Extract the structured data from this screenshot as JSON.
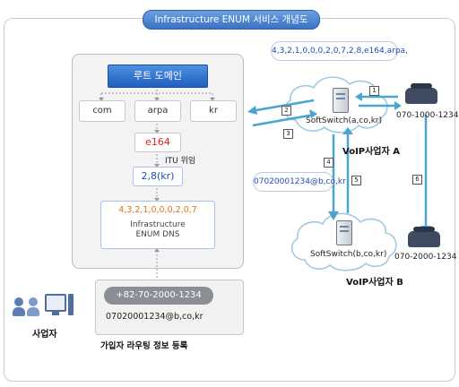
{
  "title": "Infrastructure ENUM 서비스 개념도",
  "dns": {
    "root": "루트 도메인",
    "tlds": [
      "com",
      "arpa",
      "kr"
    ],
    "e164": "e164",
    "itu": "ITU 위임",
    "kr_node": "2,8(kr)",
    "infra_domain": "4,3,2,1,0,0,0,2,0,7",
    "infra_label": "Infrastructure ENUM DNS"
  },
  "query_domain": "4,3,2,1,0,0,0,2,0,7,2,8,e164,arpa,",
  "uri_result": "07020001234@b,co,kr",
  "voip_a": {
    "name": "VoIP사업자 A",
    "softswitch": "SoftSwitch(a,co,kr)",
    "phone": "070-1000-1234"
  },
  "voip_b": {
    "name": "VoIP사업자 B",
    "softswitch": "SoftSwitch(b,co,kr)",
    "phone": "070-2000-1234"
  },
  "subscriber": {
    "label": "사업자",
    "phone": "+82-70-2000-1234",
    "uri": "07020001234@b,co,kr",
    "caption": "가입자 라우팅 정보 등록"
  },
  "steps": [
    "1",
    "2",
    "3",
    "4",
    "5",
    "6"
  ],
  "colors": {
    "accent": "#2f6fd0",
    "arrow": "#4aa5cf",
    "red": "#d8261b",
    "orange": "#e0721b"
  }
}
